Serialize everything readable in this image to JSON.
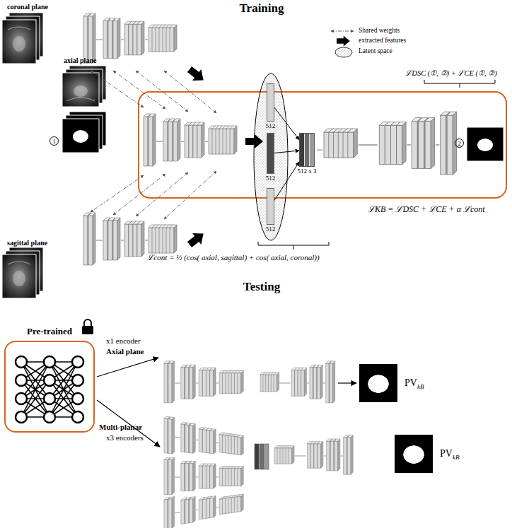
{
  "diagram": {
    "nodes": [
      {
        "text": [
          "512"
        ]
      },
      {
        "text": [
          "512"
        ]
      },
      {
        "text": [
          "512"
        ]
      },
      {
        "text": [
          "512 x 3"
        ]
      },
      {
        "text": [
          "Pre-trained"
        ]
      },
      {
        "text": [
          "PV",
          "kB"
        ]
      },
      {
        "text": [
          "PV",
          "kB"
        ]
      }
    ],
    "edges": [
      {
        "from": 0,
        "to": 3,
        "arrow": "to"
      },
      {
        "from": 1,
        "to": 3,
        "arrow": "to"
      },
      {
        "from": 2,
        "to": 3,
        "arrow": "to"
      }
    ],
    "labels": [
      "Training",
      "coronal plane",
      "ℒDSC (①, ②) + ℒCE (①, ②)",
      "axial plane",
      "1",
      "2",
      "ℒKB = ℒDSC + ℒCE + α ℒcont",
      "sagittal plane",
      "ℒcont = ½ (cos( axial, sagittal) + cos( axial, coronal))",
      "Testing",
      "x1 encoder",
      "Axial plane",
      "Multi-planar",
      "x3 encoders"
    ],
    "legend": [
      {
        "text": "Shared weights"
      },
      {
        "text": "extracted features"
      },
      {
        "text": "Latent space"
      }
    ]
  }
}
